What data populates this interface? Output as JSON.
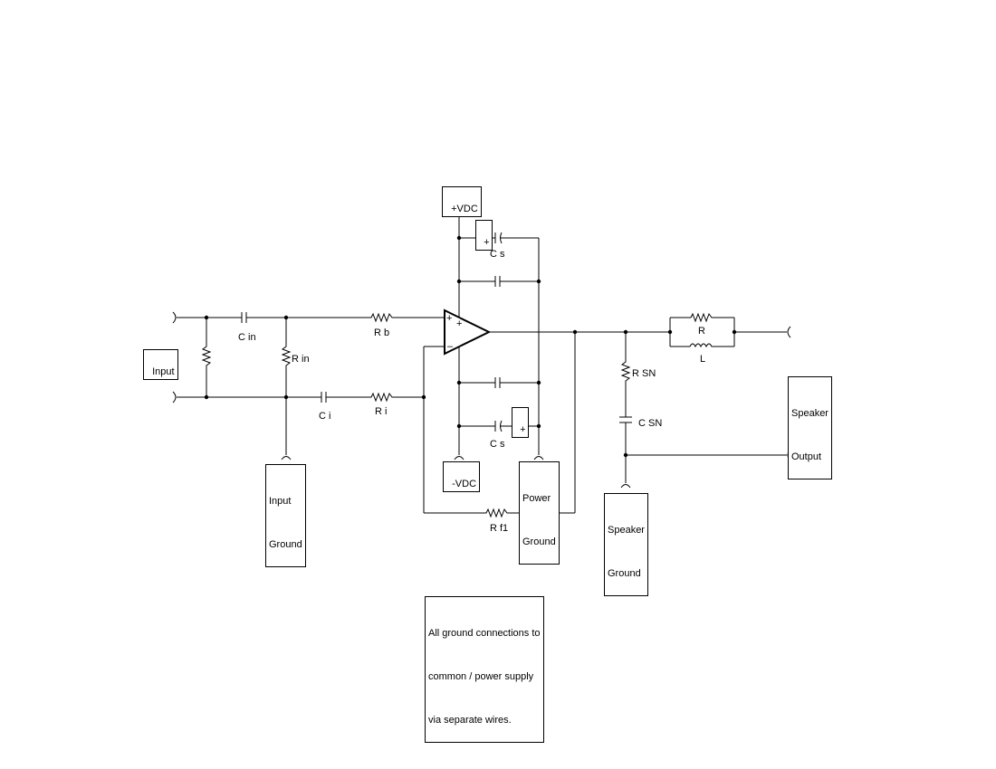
{
  "boxes": {
    "input": "Input",
    "input_ground_1": "Input",
    "input_ground_2": "Ground",
    "vdc_pos": "+VDC",
    "vdc_neg": "-VDC",
    "power_ground_1": "Power",
    "power_ground_2": "Ground",
    "speaker_output_1": "Speaker",
    "speaker_output_2": "Output",
    "speaker_ground_1": "Speaker",
    "speaker_ground_2": "Ground",
    "note_1": "All ground connections to",
    "note_2": "common / power supply",
    "note_3": "via separate wires.",
    "plus_top": "+",
    "plus_bottom": "+"
  },
  "labels": {
    "c_in": "C in",
    "r_in": "R in",
    "c_i": "C i",
    "r_b": "R b",
    "r_i": "R i",
    "c_s_top": "C s",
    "c_s_bottom": "C s",
    "r_f1": "R f1",
    "r_sn": "R SN",
    "c_sn": "C SN",
    "r_load": "R",
    "l_load": "L",
    "opamp_plus_outer": "+",
    "opamp_plus_inner": "+",
    "opamp_minus": "–"
  }
}
